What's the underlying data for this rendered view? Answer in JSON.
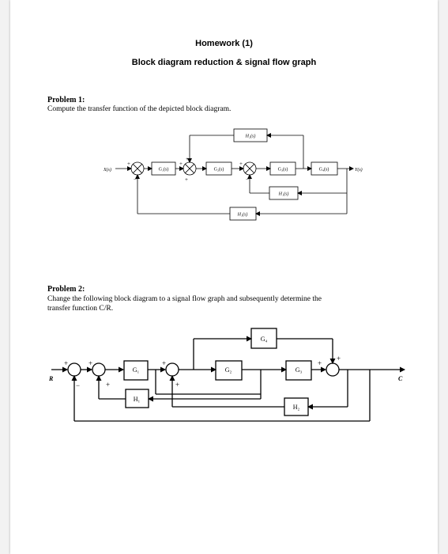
{
  "header": {
    "title": "Homework (1)",
    "subtitle": "Block diagram reduction & signal flow graph"
  },
  "problem1": {
    "heading": "Problem 1:",
    "text": "Compute the transfer function of the depicted block diagram.",
    "diagram": {
      "input": "X(s)",
      "output": "Y(s)",
      "blocks": {
        "g1": "G₁(s)",
        "g2": "G₂(s)",
        "g3": "G₃(s)",
        "g4": "G₄(s)",
        "h1": "H₁(s)",
        "h2": "H₂(s)",
        "h3": "H₃(s)"
      }
    }
  },
  "problem2": {
    "heading": "Problem 2:",
    "text_line1": "Change the following block diagram to a signal flow graph and subsequently determine the",
    "text_line2": "transfer function C/R.",
    "diagram": {
      "input": "R",
      "output": "C",
      "blocks": {
        "g1": "G₁",
        "g2": "G₂",
        "g3": "G₃",
        "g4": "G₄",
        "h1": "H₁",
        "h2": "H₂"
      }
    }
  }
}
